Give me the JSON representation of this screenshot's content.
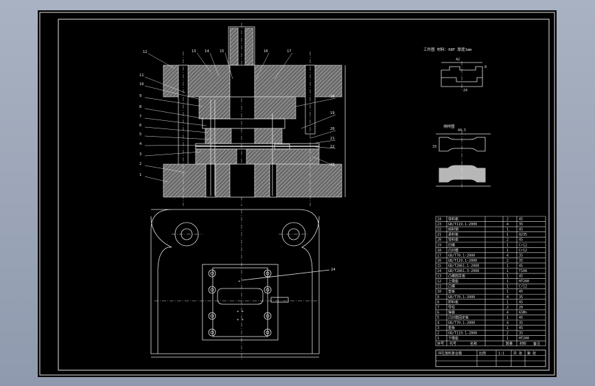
{
  "drawing": {
    "part_numbers_section": [
      "12",
      "13",
      "14",
      "15",
      "16",
      "17",
      "11",
      "10",
      "9",
      "8",
      "7",
      "6",
      "5",
      "4",
      "3",
      "2",
      "1",
      "18",
      "19",
      "20",
      "21",
      "22",
      "23"
    ],
    "plan_label": "24",
    "part_view_title_1": "工件图  材料：08F  厚度1mm",
    "part_view_title_2": "排样图",
    "rows": [
      {
        "no": "24",
        "name": "导料板",
        "qty": "2",
        "mat": "45"
      },
      {
        "no": "23",
        "name": "GB/T119.1-2000",
        "qty": "4",
        "mat": "35"
      },
      {
        "no": "22",
        "name": "挡料销",
        "qty": "1",
        "mat": "45"
      },
      {
        "no": "21",
        "name": "承料板",
        "qty": "1",
        "mat": "Q235"
      },
      {
        "no": "20",
        "name": "导料板",
        "qty": "2",
        "mat": "45"
      },
      {
        "no": "19",
        "name": "凹模",
        "qty": "1",
        "mat": "Cr12"
      },
      {
        "no": "18",
        "name": "凸凹模",
        "qty": "1",
        "mat": "Cr12"
      },
      {
        "no": "17",
        "name": "GB/T70.1-2000",
        "qty": "4",
        "mat": "35"
      },
      {
        "no": "16",
        "name": "GB/T119.1-2000",
        "qty": "2",
        "mat": "35"
      },
      {
        "no": "15",
        "name": "GB/T2861.1-2008",
        "qty": "1",
        "mat": "45"
      },
      {
        "no": "14",
        "name": "GB/T2861.3-2008",
        "qty": "1",
        "mat": "T10A"
      },
      {
        "no": "13",
        "name": "凸模固定板",
        "qty": "1",
        "mat": "45"
      },
      {
        "no": "12",
        "name": "上模座",
        "qty": "1",
        "mat": "HT200"
      },
      {
        "no": "11",
        "name": "凸模",
        "qty": "1",
        "mat": "Cr12"
      },
      {
        "no": "10",
        "name": "垫板",
        "qty": "1",
        "mat": "45"
      },
      {
        "no": "9",
        "name": "GB/T70.1-2000",
        "qty": "4",
        "mat": "35"
      },
      {
        "no": "8",
        "name": "卸料板",
        "qty": "1",
        "mat": "45"
      },
      {
        "no": "7",
        "name": "导柱",
        "qty": "2",
        "mat": "20"
      },
      {
        "no": "6",
        "name": "弹簧",
        "qty": "4",
        "mat": "65Mn"
      },
      {
        "no": "5",
        "name": "凸凹模固定板",
        "qty": "1",
        "mat": "45"
      },
      {
        "no": "4",
        "name": "GB/T70.1-2000",
        "qty": "4",
        "mat": "35"
      },
      {
        "no": "3",
        "name": "垫板",
        "qty": "1",
        "mat": "45"
      },
      {
        "no": "2",
        "name": "GB/T119.1-2000",
        "qty": "2",
        "mat": "35"
      },
      {
        "no": "1",
        "name": "下模座",
        "qty": "1",
        "mat": "HT200"
      }
    ],
    "header_row": [
      "序号",
      "代号",
      "名称",
      "数量",
      "材料",
      "备注"
    ],
    "title_block": [
      "冲孔落料复合模",
      "比例",
      "1:1",
      "共 张",
      "第 张"
    ]
  }
}
